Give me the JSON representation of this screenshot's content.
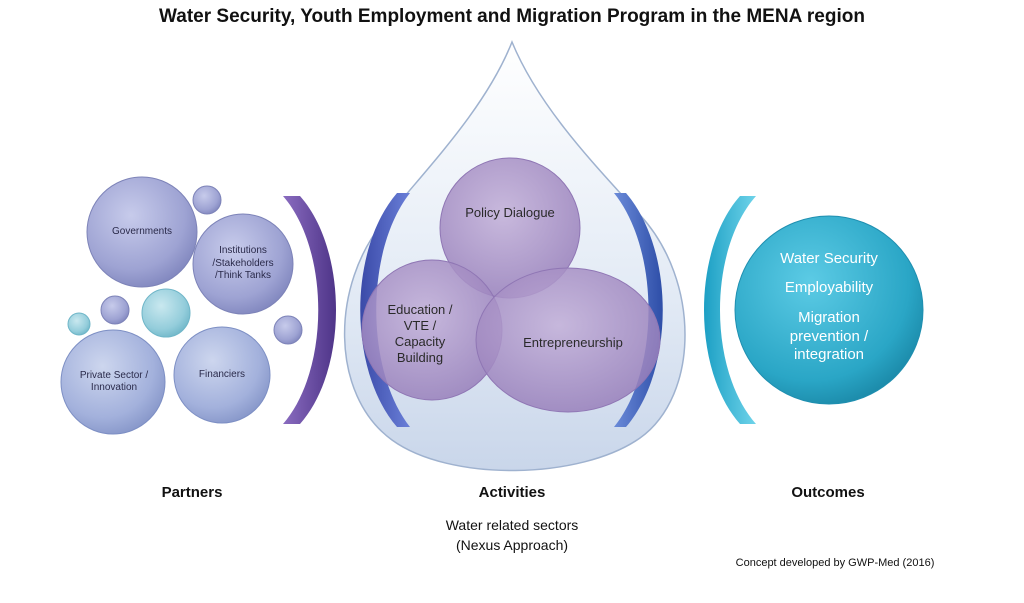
{
  "title": "Water Security, Youth Employment and Migration Program in the MENA region",
  "partners": {
    "governments": "Governments",
    "institutions": "Institutions /Stakeholders /Think Tanks",
    "private_sector": "Private Sector / Innovation",
    "financiers": "Financiers"
  },
  "activities": {
    "policy_dialogue": "Policy Dialogue",
    "education": "Education / VTE / Capacity Building",
    "entrepreneurship": "Entrepreneurship"
  },
  "outcomes": {
    "water_security": "Water Security",
    "employability": "Employability",
    "migration": "Migration prevention / integration"
  },
  "labels": {
    "partners": "Partners",
    "activities": "Activities",
    "outcomes": "Outcomes",
    "water_sectors_line1": "Water related sectors",
    "water_sectors_line2": "(Nexus Approach)",
    "credit": "Concept developed by GWP-Med (2016)"
  },
  "colors": {
    "partner_bubble": "#9a9fd0",
    "small_teal_bubble": "#8fcad8",
    "drop_fill": "#dfe8f4",
    "activity_circle": "#a890c4",
    "outcome_circle": "#2aa6c6",
    "bracket_purple": "#6a4fa0",
    "bracket_blue": "#4a5fc0",
    "bracket_teal": "#2fb3d2"
  }
}
